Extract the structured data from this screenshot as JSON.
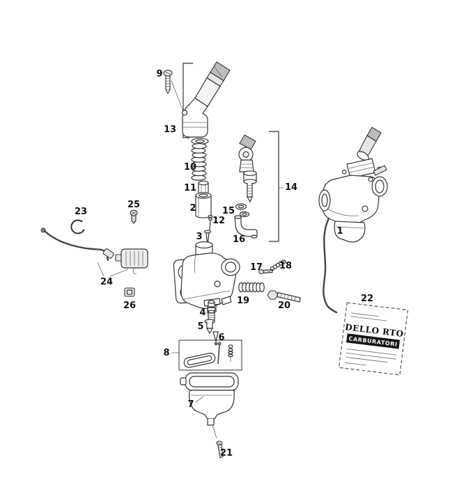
{
  "diagram": {
    "labels": [
      {
        "text": "1"
      },
      {
        "text": "2"
      },
      {
        "text": "3"
      },
      {
        "text": "4"
      },
      {
        "text": "5"
      },
      {
        "text": "6"
      },
      {
        "text": "7"
      },
      {
        "text": "8"
      },
      {
        "text": "9"
      },
      {
        "text": "10"
      },
      {
        "text": "11"
      },
      {
        "text": "12"
      },
      {
        "text": "13"
      },
      {
        "text": "14"
      },
      {
        "text": "15"
      },
      {
        "text": "16"
      },
      {
        "text": "17"
      },
      {
        "text": "18"
      },
      {
        "text": "19"
      },
      {
        "text": "20"
      },
      {
        "text": "21"
      },
      {
        "text": "22"
      },
      {
        "text": "23"
      },
      {
        "text": "24"
      },
      {
        "text": "25"
      },
      {
        "text": "26"
      }
    ],
    "sticker": {
      "brand": "DELLO RTO",
      "band": "CARBURATORI"
    }
  }
}
